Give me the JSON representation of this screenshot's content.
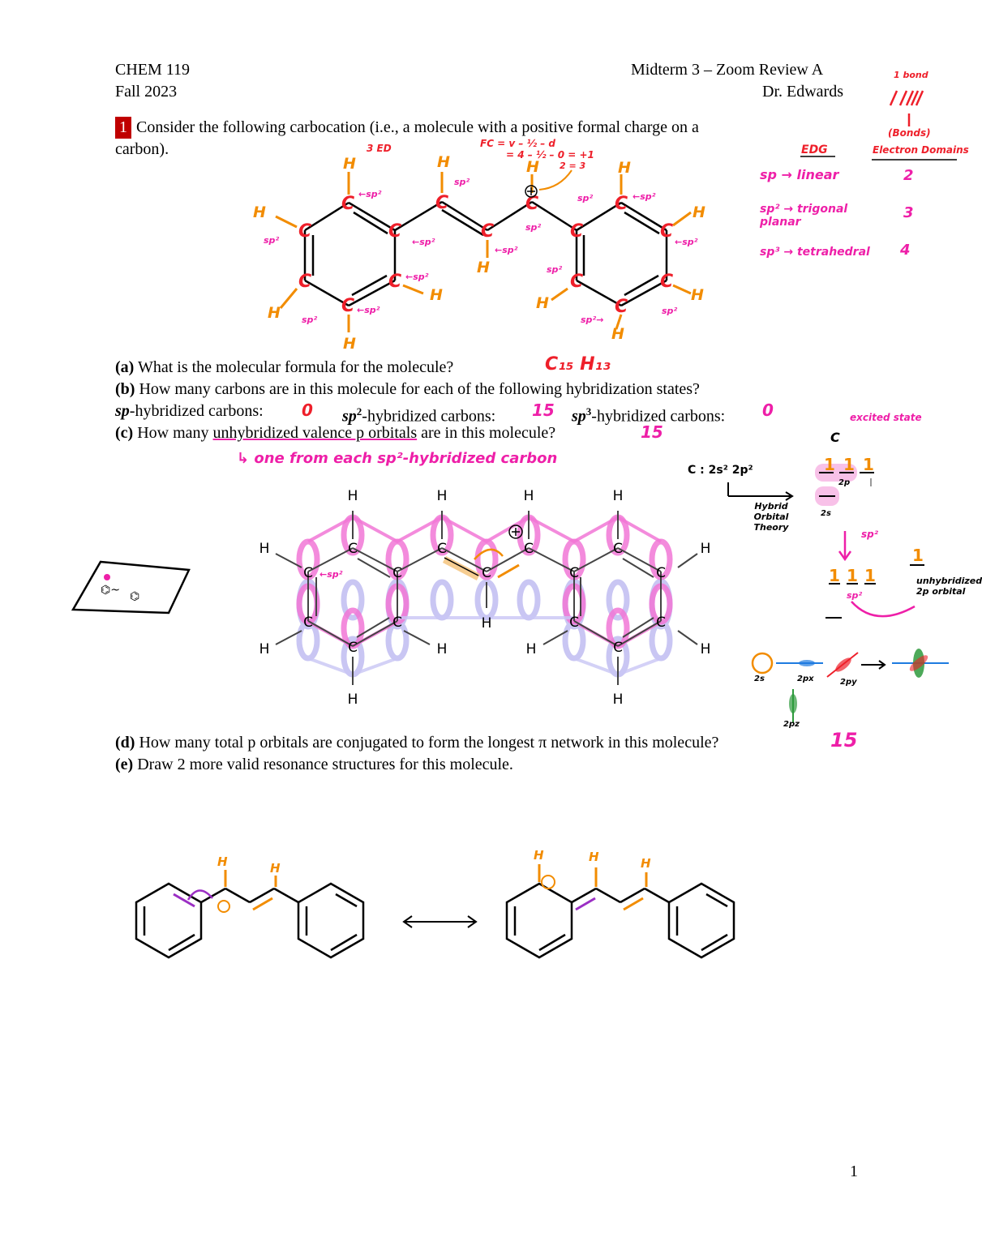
{
  "header": {
    "course": "CHEM 119",
    "term": "Fall 2023",
    "exam": "Midterm 3 – Zoom Review A",
    "instructor": "Dr. Edwards"
  },
  "question": {
    "number": "1",
    "prompt_line1": "Consider the following carbocation (i.e., a molecule with a positive formal charge on a",
    "prompt_line2": "carbon)."
  },
  "parts": {
    "a_label": "(a)",
    "a_text": "What is the molecular formula for the molecule?",
    "a_answer": "C₁₅ H₁₃",
    "b_label": "(b)",
    "b_text": "How many carbons are in this molecule for each of the following hybridization states?",
    "b_sp": "sp",
    "b_sp_text": "-hybridized carbons:",
    "b_sp_answer": "0",
    "b_sp2": "sp",
    "b_sp2_sup": "2",
    "b_sp2_text": "-hybridized carbons:",
    "b_sp2_answer": "15",
    "b_sp3": "sp",
    "b_sp3_sup": "3",
    "b_sp3_text": "-hybridized carbons:",
    "b_sp3_answer": "0",
    "c_label": "(c)",
    "c_text_pre": "How many",
    "c_text_underlined": "unhybridized valence p orbitals",
    "c_text_post": "are in this molecule?",
    "c_answer": "15",
    "c_note": "↳ one from each sp²-hybridized carbon",
    "d_label": "(d)",
    "d_text": "How many total p orbitals are conjugated to form the longest π network in this molecule?",
    "d_answer": "15",
    "e_label": "(e)",
    "e_text": "Draw 2 more valid resonance structures for this molecule."
  },
  "annotations": {
    "edg_title": "EDG",
    "edg_rows": [
      {
        "label": "sp → linear",
        "value": "2"
      },
      {
        "label": "sp² → trigonal planar",
        "value": "3"
      },
      {
        "label": "sp³ → tetrahedral",
        "value": "4"
      }
    ],
    "bonds_note": "1 bond",
    "bonds_sub": "(Bonds)",
    "electron_domains": "Electron Domains",
    "lone_pair_note": "3 ED",
    "formal_charge": "FC = v – ½ – d",
    "formal_charge_calc": "= 4 – ½ – 0 = +1",
    "ed_count": "2 = 3",
    "ground_config": "C : 2s² 2p²",
    "hybrid_theory": "Hybrid Orbital Theory",
    "excited_state": "excited state",
    "sp2_label": "sp²",
    "unhybridized": "unhybridized 2p orbital",
    "orbital_2s": "2s",
    "orbital_2p": "2p",
    "orbital_2px": "2px",
    "orbital_2py": "2py",
    "orbital_2pz": "2pz"
  },
  "atoms": {
    "H": "H",
    "C": "C",
    "plus": "+",
    "sp2": "sp²",
    "sp": "sp"
  },
  "footer": {
    "page_number": "1"
  },
  "colors": {
    "pink": "#ee1fa8",
    "red": "#ee1f2a",
    "orange": "#f28c00",
    "purple": "#9b2fc4",
    "lavender": "#c9c6f5",
    "qbox": "#c00000"
  }
}
